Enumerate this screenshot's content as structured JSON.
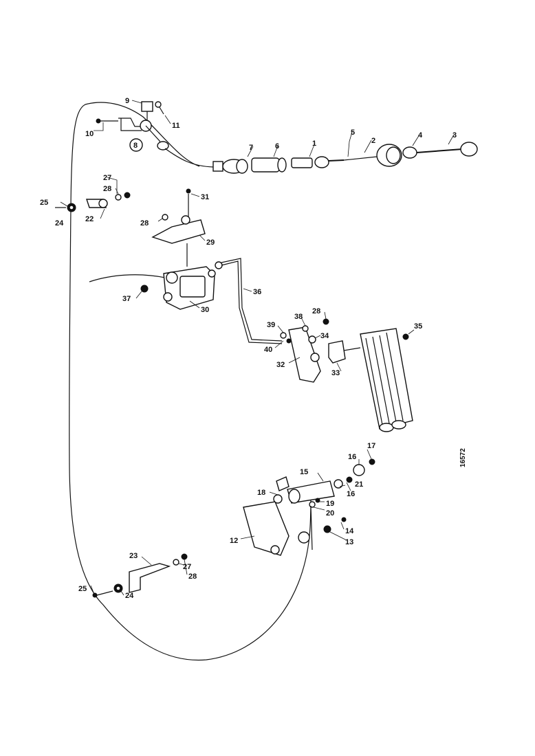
{
  "diagram": {
    "reference_number": "16572",
    "labels": [
      {
        "id": "p9",
        "text": "9"
      },
      {
        "id": "p11",
        "text": "11"
      },
      {
        "id": "p10",
        "text": "10"
      },
      {
        "id": "p8",
        "text": "8"
      },
      {
        "id": "p7",
        "text": "7"
      },
      {
        "id": "p6",
        "text": "6"
      },
      {
        "id": "p1",
        "text": "1"
      },
      {
        "id": "p5",
        "text": "5"
      },
      {
        "id": "p2",
        "text": "2"
      },
      {
        "id": "p4",
        "text": "4"
      },
      {
        "id": "p3",
        "text": "3"
      },
      {
        "id": "p27a",
        "text": "27"
      },
      {
        "id": "p28a",
        "text": "28"
      },
      {
        "id": "p25a",
        "text": "25"
      },
      {
        "id": "p24a",
        "text": "24"
      },
      {
        "id": "p22",
        "text": "22"
      },
      {
        "id": "p31",
        "text": "31"
      },
      {
        "id": "p28b",
        "text": "28"
      },
      {
        "id": "p29",
        "text": "29"
      },
      {
        "id": "p37",
        "text": "37"
      },
      {
        "id": "p30",
        "text": "30"
      },
      {
        "id": "p36",
        "text": "36"
      },
      {
        "id": "p39",
        "text": "39"
      },
      {
        "id": "p38",
        "text": "38"
      },
      {
        "id": "p28c",
        "text": "28"
      },
      {
        "id": "p34",
        "text": "34"
      },
      {
        "id": "p40",
        "text": "40"
      },
      {
        "id": "p32",
        "text": "32"
      },
      {
        "id": "p33",
        "text": "33"
      },
      {
        "id": "p35",
        "text": "35"
      },
      {
        "id": "p17",
        "text": "17"
      },
      {
        "id": "p16a",
        "text": "16"
      },
      {
        "id": "p15",
        "text": "15"
      },
      {
        "id": "p18",
        "text": "18"
      },
      {
        "id": "p21",
        "text": "21"
      },
      {
        "id": "p16b",
        "text": "16"
      },
      {
        "id": "p19",
        "text": "19"
      },
      {
        "id": "p20",
        "text": "20"
      },
      {
        "id": "p12",
        "text": "12"
      },
      {
        "id": "p14",
        "text": "14"
      },
      {
        "id": "p13",
        "text": "13"
      },
      {
        "id": "p23",
        "text": "23"
      },
      {
        "id": "p27b",
        "text": "27"
      },
      {
        "id": "p28d",
        "text": "28"
      },
      {
        "id": "p25b",
        "text": "25"
      },
      {
        "id": "p24b",
        "text": "24"
      }
    ]
  }
}
